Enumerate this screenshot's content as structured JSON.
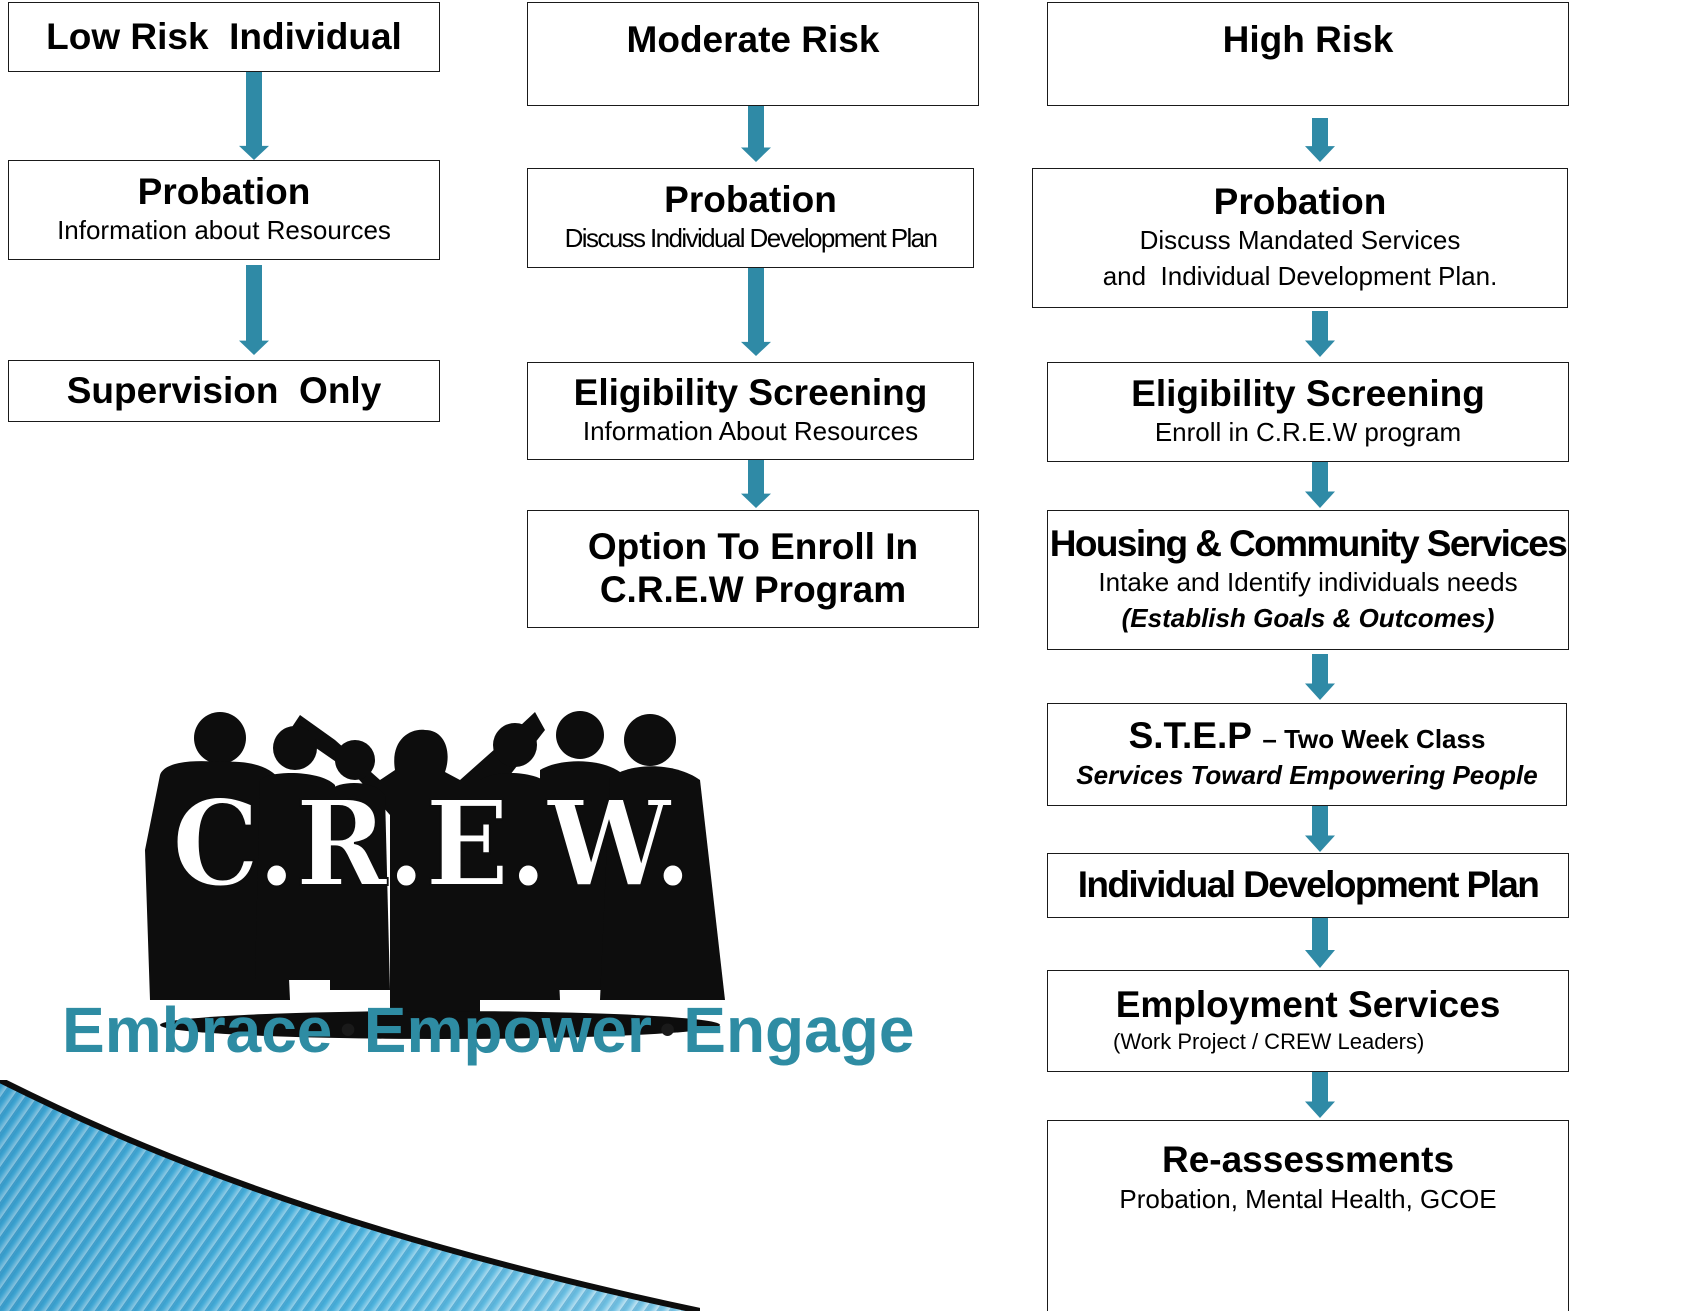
{
  "columns": {
    "low": {
      "header": "Low Risk  Individual",
      "probation_title": "Probation",
      "probation_text": "Information about Resources",
      "supervision": "Supervision  Only"
    },
    "moderate": {
      "header": "Moderate Risk",
      "probation_title": "Probation",
      "probation_text": "Discuss Individual Development Plan",
      "eligibility_title": "Eligibility Screening",
      "eligibility_text": "Information About Resources",
      "option_line1": "Option To Enroll In",
      "option_line2": "C.R.E.W Program"
    },
    "high": {
      "header": "High Risk",
      "probation_title": "Probation",
      "probation_line1": "Discuss Mandated Services",
      "probation_line2": "and  Individual Development Plan.",
      "eligibility_title": "Eligibility Screening",
      "eligibility_text": "Enroll in C.R.E.W program",
      "housing_title": "Housing & Community Services",
      "housing_text": "Intake and Identify individuals needs",
      "housing_italic": "(Establish Goals & Outcomes)",
      "step_title": "S.T.E.P",
      "step_suffix": "– Two Week Class",
      "step_italic": "Services Toward Empowering People",
      "idp_title": "Individual Development Plan",
      "employment_title": "Employment Services",
      "employment_text": "(Work Project / CREW Leaders)",
      "reassess_title": "Re-assessments",
      "reassess_text": "Probation, Mental Health, GCOE"
    }
  },
  "logo": {
    "text": "C.R.E.W."
  },
  "tagline": {
    "word1": "Embrace",
    "word2": "Empower",
    "word3": "Engage",
    "separator": "•"
  },
  "colors": {
    "arrow": "#2f8aa6",
    "tagline": "#2e8ca3",
    "swoosh": "#3aa0cc"
  }
}
